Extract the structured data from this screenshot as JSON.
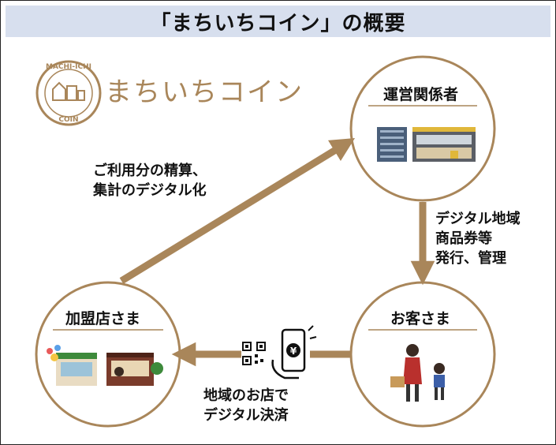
{
  "title": "「まちいちコイン」の概要",
  "logo": {
    "name": "まちいちコイン",
    "seal_text_top": "MACHI-ICHI",
    "seal_text_bottom": "COIN"
  },
  "nodes": {
    "operator": {
      "label": "運営関係者",
      "icons": [
        "building-icon",
        "shopping-mall-icon"
      ]
    },
    "customer": {
      "label": "お客さま",
      "icons": [
        "mother-child-shopping-icon"
      ]
    },
    "merchant": {
      "label": "加盟店さま",
      "icons": [
        "storefront-icon",
        "cafe-icon"
      ]
    }
  },
  "edges": {
    "merchant_to_operator": {
      "line1": "ご利用分の精算、",
      "line2": "集計のデジタル化"
    },
    "operator_to_customer": {
      "line1": "デジタル地域",
      "line2": "商品券等",
      "line3": "発行、管理"
    },
    "customer_to_merchant": {
      "line1": "地域のお店で",
      "line2": "デジタル決済",
      "icons": [
        "qr-code-icon",
        "smartphone-yen-icon"
      ]
    }
  },
  "colors": {
    "accent": "#a9865a",
    "title_bg": "#d7dfee",
    "text": "#111111"
  }
}
